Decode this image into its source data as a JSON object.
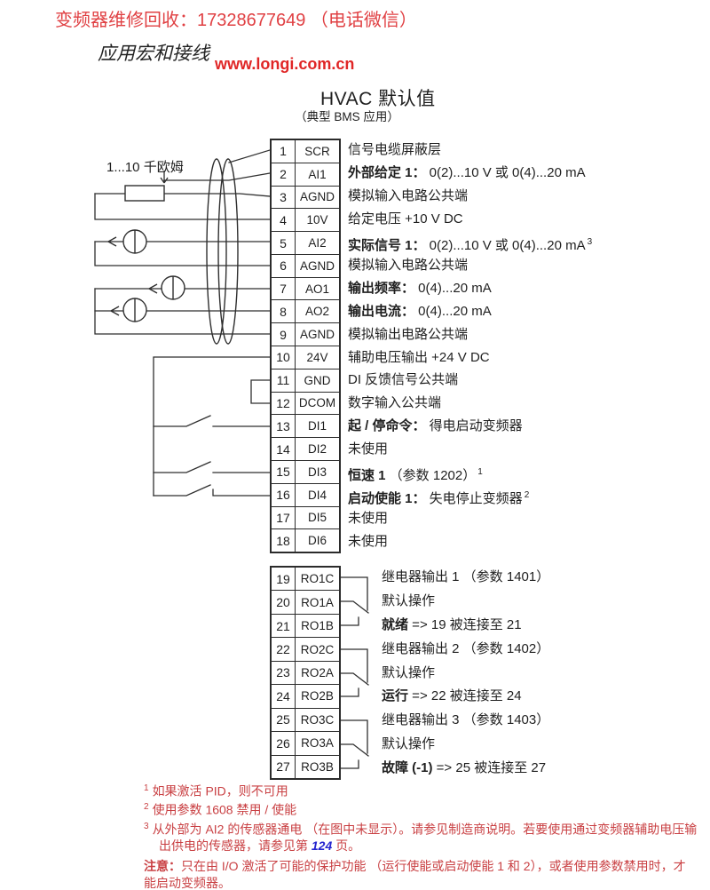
{
  "header": {
    "service_line": "变频器维修回收：17328677649 （电话微信）",
    "macro_title": "应用宏和接线",
    "website": "www.longi.com.cn"
  },
  "title": {
    "main": "HVAC 默认值",
    "sub": "（典型 BMS 应用）"
  },
  "diagram": {
    "pot_label": "1...10 千欧姆"
  },
  "colors": {
    "header_red": "#e04043",
    "site_red": "#e02626",
    "footnote_red": "#c94043",
    "link_blue": "#2424cf",
    "ink": "#1f1f1f"
  },
  "terminals": [
    {
      "n": "1",
      "t": "SCR",
      "d": "信号电缆屏蔽层"
    },
    {
      "n": "2",
      "t": "AI1",
      "b": "外部给定 1：",
      "d": " 0(2)...10 V 或 0(4)...20 mA"
    },
    {
      "n": "3",
      "t": "AGND",
      "d": "模拟输入电路公共端"
    },
    {
      "n": "4",
      "t": "10V",
      "d": "给定电压 +10 V DC"
    },
    {
      "n": "5",
      "t": "AI2",
      "b": "实际信号 1：",
      "d": " 0(2)...10 V 或 0(4)...20 mA",
      "s": "3"
    },
    {
      "n": "6",
      "t": "AGND",
      "d": "模拟输入电路公共端"
    },
    {
      "n": "7",
      "t": "AO1",
      "b": "输出频率：",
      "d": " 0(4)...20 mA"
    },
    {
      "n": "8",
      "t": "AO2",
      "b": "输出电流：",
      "d": " 0(4)...20 mA"
    },
    {
      "n": "9",
      "t": "AGND",
      "d": "模拟输出电路公共端"
    },
    {
      "n": "10",
      "t": "24V",
      "d": "辅助电压输出 +24 V DC"
    },
    {
      "n": "11",
      "t": "GND",
      "d": "DI 反馈信号公共端"
    },
    {
      "n": "12",
      "t": "DCOM",
      "d": "数字输入公共端"
    },
    {
      "n": "13",
      "t": "DI1",
      "b": "起 / 停命令：",
      "d": " 得电启动变频器"
    },
    {
      "n": "14",
      "t": "DI2",
      "d": "未使用"
    },
    {
      "n": "15",
      "t": "DI3",
      "b": "恒速 1",
      "d": " （参数 1202）",
      "s": "1"
    },
    {
      "n": "16",
      "t": "DI4",
      "b": "启动使能 1：",
      "d": " 失电停止变频器",
      "s": "2"
    },
    {
      "n": "17",
      "t": "DI5",
      "d": "未使用"
    },
    {
      "n": "18",
      "t": "DI6",
      "d": "未使用"
    },
    {
      "n": "19",
      "t": "RO1C",
      "d": "继电器输出 1 （参数 1401）"
    },
    {
      "n": "20",
      "t": "RO1A",
      "d": "默认操作"
    },
    {
      "n": "21",
      "t": "RO1B",
      "b": "就绪",
      "d": " => 19 被连接至 21"
    },
    {
      "n": "22",
      "t": "RO2C",
      "d": "继电器输出 2 （参数 1402）"
    },
    {
      "n": "23",
      "t": "RO2A",
      "d": "默认操作"
    },
    {
      "n": "24",
      "t": "RO2B",
      "b": "运行",
      "d": " => 22 被连接至 24"
    },
    {
      "n": "25",
      "t": "RO3C",
      "d": "继电器输出 3 （参数 1403）"
    },
    {
      "n": "26",
      "t": "RO3A",
      "d": "默认操作"
    },
    {
      "n": "27",
      "t": "RO3B",
      "b": "故障 (-1)",
      "d": " => 25 被连接至 27"
    }
  ],
  "footnotes": [
    {
      "s": "1",
      "t": "如果激活 PID，则不可用"
    },
    {
      "s": "2",
      "t": "使用参数 1608 禁用 / 使能"
    },
    {
      "s": "3",
      "t": "从外部为 AI2 的传感器通电 （在图中未显示）。请参见制造商说明。若要使用通过变频器辅助电压输出供电的传感器，请参见第 ",
      "link": "124",
      "t2": " 页。"
    }
  ],
  "note": {
    "b": "注意：",
    "t": "只在由 I/O 激活了可能的保护功能 （运行使能或启动使能 1 和 2），或者使用参数禁用时，才能启动变频器。"
  }
}
